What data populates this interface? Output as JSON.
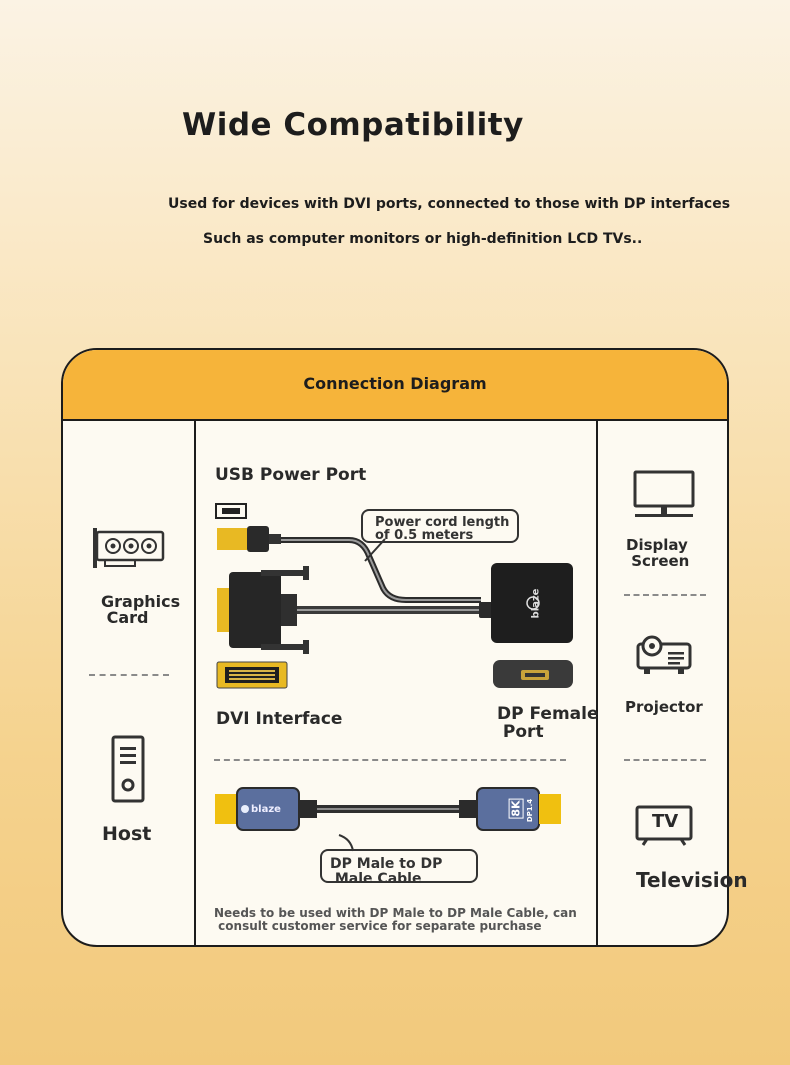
{
  "header": {
    "title": "Wide Compatibility",
    "subtitle_1": "Used for devices with DVI ports, connected to those with DP interfaces",
    "subtitle_2": "Such as computer monitors or high-definition LCD TVs.."
  },
  "diagram": {
    "title": "Connection Diagram",
    "left": {
      "graphics_card": "Graphics\n Card",
      "host": "Host"
    },
    "center": {
      "usb_power_port": "USB Power Port",
      "power_cord_note": "Power cord length\nof 0.5 meters",
      "dvi_interface": "DVI Interface",
      "dp_female_port": "DP Female\n Port",
      "brand": "blaze",
      "badge_8k": "8K",
      "badge_dp": "DP1.4",
      "cable_label": "DP Male to DP\n Male Cable",
      "purchase_note": "Needs to be used with DP Male to DP Male Cable, can\n consult customer service for separate purchase"
    },
    "right": {
      "display_screen": "Display\n Screen",
      "projector": "Projector",
      "tv_icon_text": "TV",
      "television": "Television"
    }
  },
  "colors": {
    "accent": "#f6b43a",
    "outline": "#1c1c1c",
    "cable_blue": "#5b6f9e",
    "gold": "#f0c010"
  }
}
